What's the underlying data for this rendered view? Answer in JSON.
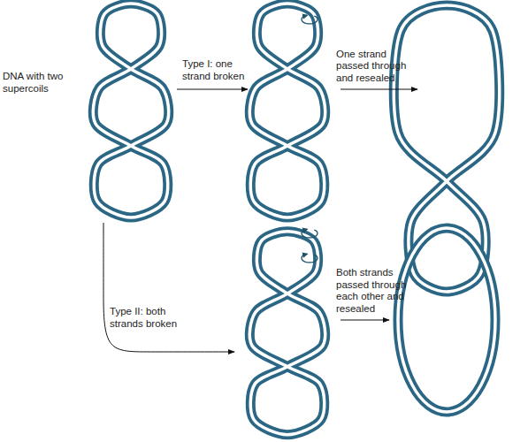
{
  "diagram": {
    "labels": [
      "DNA with two supercoils",
      "Type I: one strand broken",
      "One strand passed through and resealed",
      "Type II: both strands broken",
      "Both strands passed through each other and resealed"
    ]
  }
}
